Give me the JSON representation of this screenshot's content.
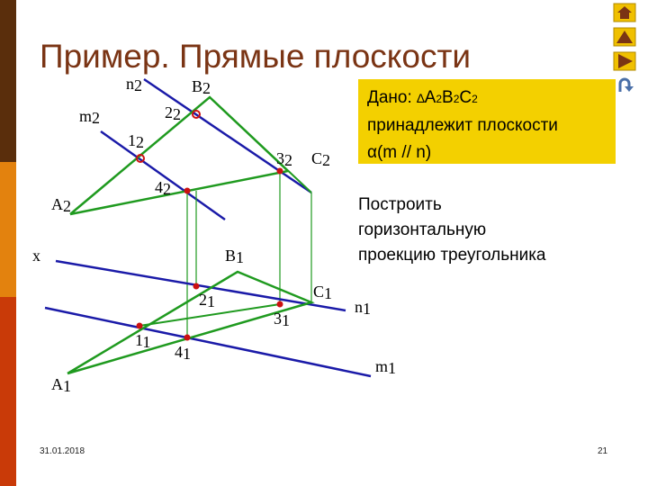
{
  "slide": {
    "title": "Пример. Прямые плоскости",
    "date": "31.01.2018",
    "page_number": "21"
  },
  "given": {
    "line1_prefix": "Дано: ",
    "triangle_symbol": "∆",
    "triangle_parts": [
      "A",
      "2",
      "B",
      "2",
      "C",
      "2"
    ],
    "line2": "принадлежит плоскости",
    "alpha": "α",
    "line3_rest": "(m // n)"
  },
  "task": {
    "lines": [
      "Построить",
      "горизонтальную",
      "проекцию треугольника"
    ]
  },
  "labels": {
    "n2": [
      "n",
      "2"
    ],
    "B2": [
      "B",
      "2"
    ],
    "m2": [
      "m",
      "2"
    ],
    "l22": [
      "2",
      "2"
    ],
    "l12": [
      "1",
      "2"
    ],
    "l32": [
      "3",
      "2"
    ],
    "C2": [
      "C",
      "2"
    ],
    "l42": [
      "4",
      "2"
    ],
    "A2": [
      "A",
      "2"
    ],
    "x": [
      "x",
      ""
    ],
    "B1": [
      "B",
      "1"
    ],
    "C1": [
      "C",
      "1"
    ],
    "l21": [
      "2",
      "1"
    ],
    "n1": [
      "n",
      "1"
    ],
    "l31": [
      "3",
      "1"
    ],
    "l11": [
      "1",
      "1"
    ],
    "l41": [
      "4",
      "1"
    ],
    "m1": [
      "m",
      "1"
    ],
    "A1": [
      "A",
      "1"
    ]
  },
  "colors": {
    "line_blue": "#1a1aa8",
    "triangle_green": "#1f9a1f",
    "point_red": "#cc1111",
    "given_bg": "#f3d000",
    "title_brown": "#7a3414",
    "nav_yellow": "#f0c000"
  },
  "icons": {
    "home": "home-icon",
    "up": "arrow-up-icon",
    "next": "arrow-right-icon",
    "back": "return-icon"
  }
}
